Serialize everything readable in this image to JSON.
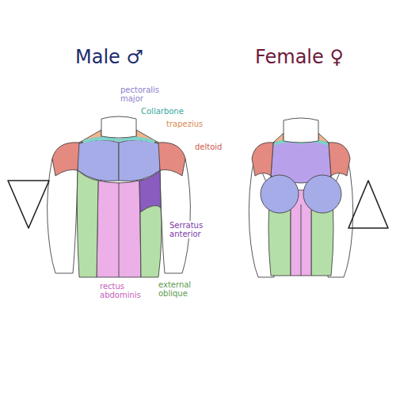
{
  "diagram": {
    "labels": [
      "Male ♂",
      "Female ♀",
      "pectoralis major",
      "Collarbone",
      "trapezius",
      "deltoid",
      "Serratus anterior",
      "external oblique",
      "rectus abdominis"
    ]
  }
}
